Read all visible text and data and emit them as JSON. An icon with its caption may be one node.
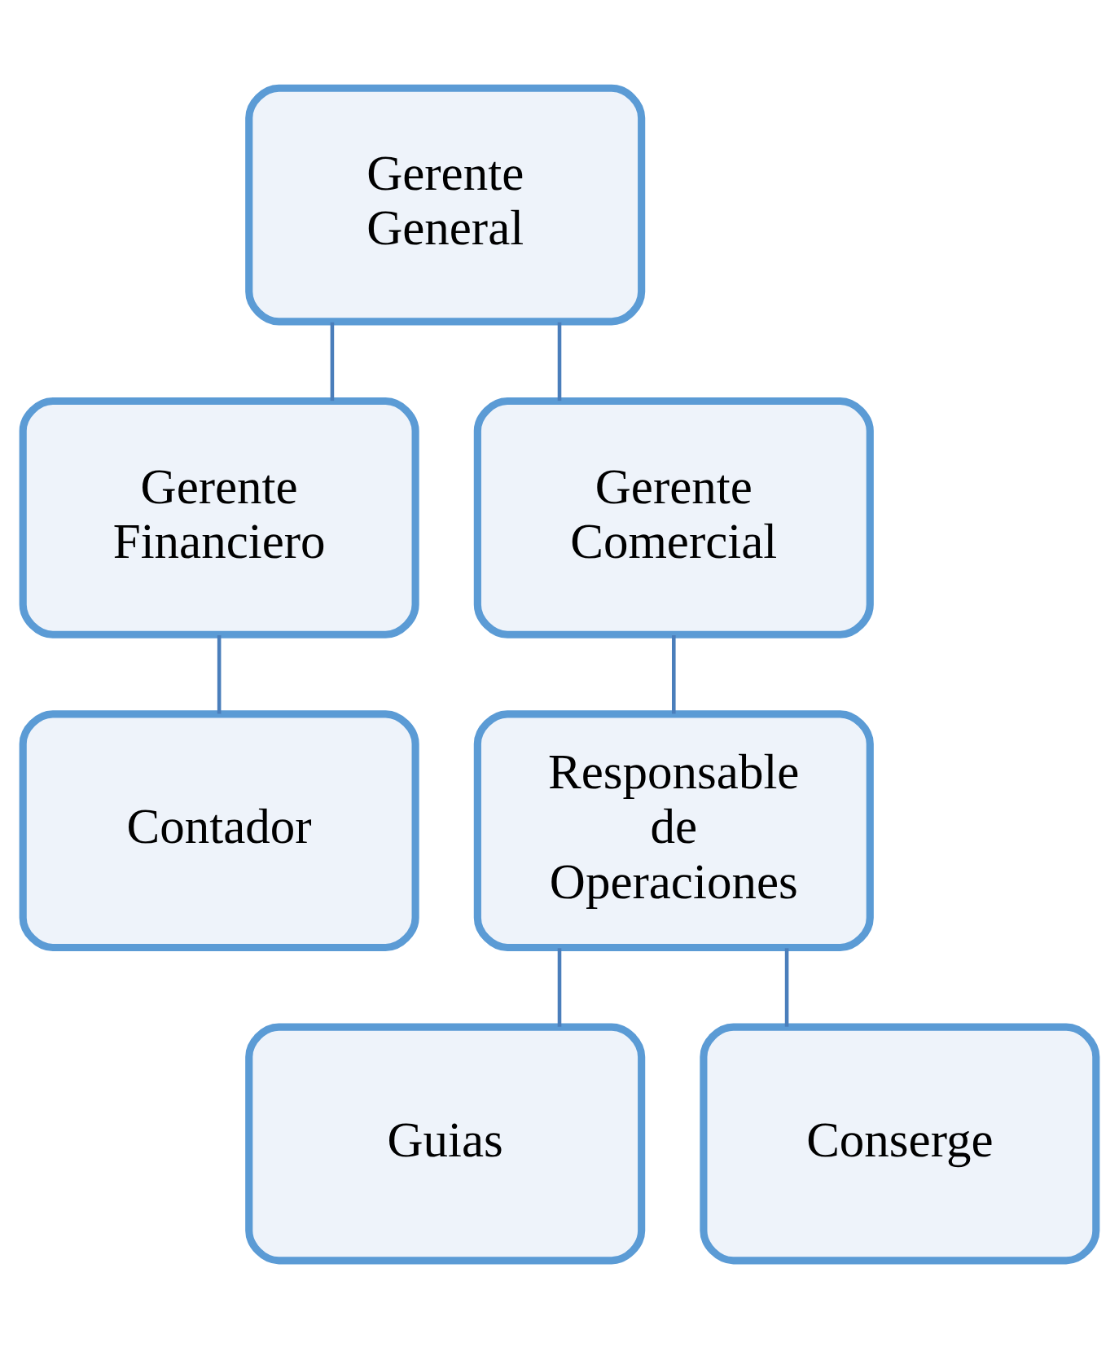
{
  "diagram": {
    "nodes": [
      {
        "text": [
          "Gerente General"
        ]
      },
      {
        "text": [
          "Gerente Financiero"
        ]
      },
      {
        "text": [
          "Gerente Comercial"
        ]
      },
      {
        "text": [
          "Contador"
        ]
      },
      {
        "text": [
          "Responsable de Operaciones"
        ]
      },
      {
        "text": [
          "Guias"
        ]
      },
      {
        "text": [
          "Conserge"
        ]
      }
    ],
    "edges": [
      {
        "from": 0,
        "to": 1,
        "arrow": "none"
      },
      {
        "from": 0,
        "to": 2,
        "arrow": "none"
      },
      {
        "from": 1,
        "to": 3,
        "arrow": "none"
      },
      {
        "from": 2,
        "to": 4,
        "arrow": "none"
      },
      {
        "from": 4,
        "to": 5,
        "arrow": "none"
      },
      {
        "from": 4,
        "to": 6,
        "arrow": "none"
      }
    ]
  }
}
